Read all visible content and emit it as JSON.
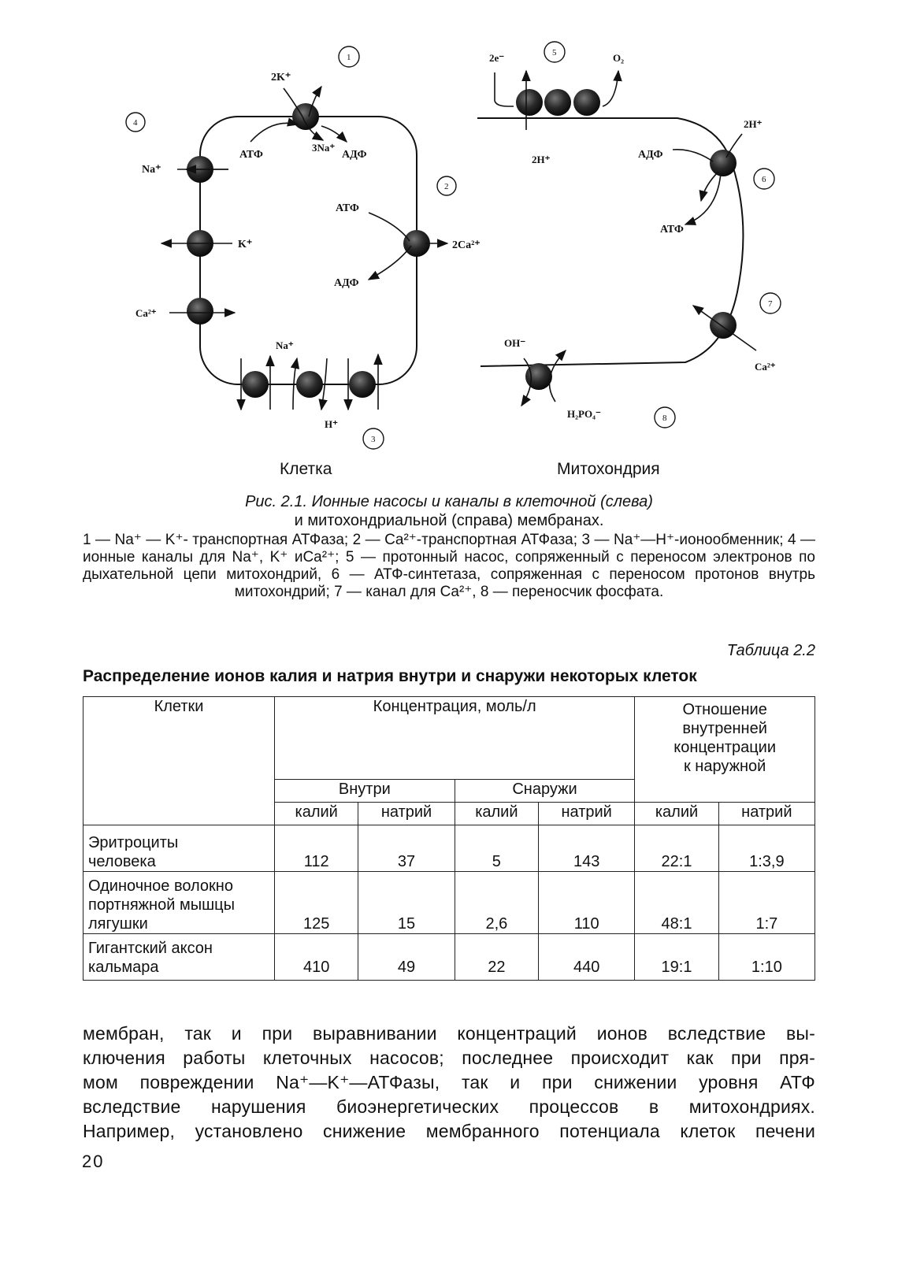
{
  "figure": {
    "labels": {
      "cell": "Клетка",
      "mitochondrion": "Митохондрия",
      "two_k": "2K⁺",
      "atp1": "АТФ",
      "three_na": "3Na⁺",
      "adp1": "АДФ",
      "na_channel": "Na⁺",
      "k_channel": "K⁺",
      "ca_channel": "Ca²⁺",
      "atp2": "АТФ",
      "adp2": "АДФ",
      "two_ca": "2Ca²⁺",
      "na_exch": "Na⁺",
      "h_exch": "H⁺",
      "two_e": "2e⁻",
      "o2": "O₂",
      "two_h_in": "2H⁺",
      "two_h_out": "2H⁺",
      "adp3": "АДФ",
      "atp3": "АТФ",
      "oh": "OH⁻",
      "h2po4": "H₂PO₄⁻",
      "ca_mito": "Ca²⁺",
      "n1": "1",
      "n2": "2",
      "n3": "3",
      "n4": "4",
      "n5": "5",
      "n6": "6",
      "n7": "7",
      "n8": "8"
    },
    "title_line1": "Рис. 2.1. Ионные насосы и каналы в клеточной (слева)",
    "title_line2": "и митохондриальной (справа) мембранах.",
    "legend": "1 — Na⁺ — K⁺- транспортная АТФаза; 2 — Ca²⁺-транспортная АТФаза; 3 — Na⁺—H⁺-ионообменник; 4 — ионные каналы для Na⁺, K⁺ иCa²⁺; 5 — протонный насос, сопряженный с переносом электронов по дыхательной цепи митохондрий, 6 — АТФ-синтетаза, сопряженная с переносом протонов внутрь митохондрий; 7 — канал для Ca²⁺, 8 — переносчик фосфата."
  },
  "table": {
    "number": "Таблица 2.2",
    "title": "Распределение ионов калия и натрия внутри и снаружи некоторых клеток",
    "header": {
      "cells": "Клетки",
      "concentration": "Концентрация, моль/л",
      "ratio_l1": "Отношение",
      "ratio_l2": "внутренней",
      "ratio_l3": "концентрации",
      "ratio_l4": "к наружной",
      "inside": "Внутри",
      "outside": "Снаружи",
      "in_k": "калий",
      "in_na": "натрий",
      "out_k": "калий",
      "out_na": "натрий",
      "r_k": "калий",
      "r_na": "натрий"
    },
    "rows": [
      {
        "l1": "Эритроциты",
        "l2": "человека",
        "l3": "",
        "in_k": "112",
        "in_na": "37",
        "out_k": "5",
        "out_na": "143",
        "r_k": "22:1",
        "r_na": "1:3,9"
      },
      {
        "l1": "Одиночное волокно",
        "l2": "портняжной мышцы",
        "l3": "лягушки",
        "in_k": "125",
        "in_na": "15",
        "out_k": "2,6",
        "out_na": "110",
        "r_k": "48:1",
        "r_na": "1:7"
      },
      {
        "l1": "Гигантский аксон",
        "l2": "кальмара",
        "l3": "",
        "in_k": "410",
        "in_na": "49",
        "out_k": "22",
        "out_na": "440",
        "r_k": "19:1",
        "r_na": "1:10"
      }
    ]
  },
  "body": {
    "l1": "мембран, так и при выравнивании концентраций ионов вследствие вы-",
    "l2": "ключения работы клеточных насосов; последнее происходит как при пря-",
    "l3": "мом повреждении Na⁺—K⁺—АТФазы, так и при снижении уровня АТФ",
    "l4": "вследствие нарушения биоэнергетических процессов в митохондриях.",
    "l5": "Например, установлено снижение мембранного потенциала клеток печени"
  },
  "page_number": "20"
}
